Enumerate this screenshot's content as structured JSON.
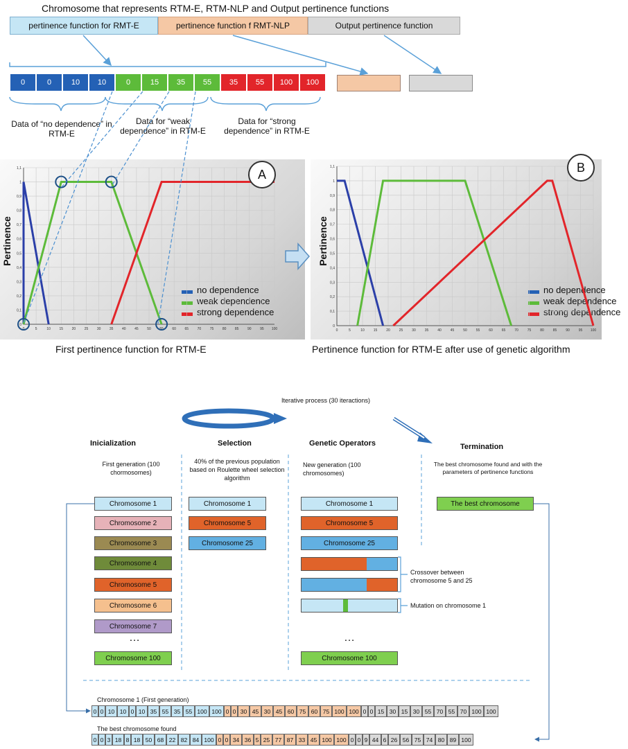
{
  "header": {
    "title": "Chromosome that represents RTM-E, RTM-NLP and Output pertinence functions",
    "seg1": "pertinence function for RMT-E",
    "seg2": "pertinence function f RMT-NLP",
    "seg3": "Output pertinence function"
  },
  "gene_row": {
    "cells": [
      {
        "v": "0",
        "c": "#2461b5"
      },
      {
        "v": "0",
        "c": "#2461b5"
      },
      {
        "v": "10",
        "c": "#2461b5"
      },
      {
        "v": "10",
        "c": "#2461b5"
      },
      {
        "v": "0",
        "c": "#5dbb3a"
      },
      {
        "v": "15",
        "c": "#5dbb3a"
      },
      {
        "v": "35",
        "c": "#5dbb3a"
      },
      {
        "v": "55",
        "c": "#5dbb3a"
      },
      {
        "v": "35",
        "c": "#e2252a"
      },
      {
        "v": "55",
        "c": "#e2252a"
      },
      {
        "v": "100",
        "c": "#e2252a"
      },
      {
        "v": "100",
        "c": "#e2252a"
      }
    ],
    "label_no": "Data of “no dependence” in RTM-E",
    "label_weak": "Data for “weak dependence” in RTM-E",
    "label_strong": "Data for “strong dependence” in RTM-E"
  },
  "charts": {
    "a": {
      "badge": "A",
      "ylabel": "Pertinence",
      "caption": "First pertinence function for RTM-E"
    },
    "b": {
      "badge": "B",
      "ylabel": "Pertinence",
      "caption": "Pertinence function for RTM-E after use of genetic algorithm"
    },
    "legend": [
      "no dependence",
      "weak dependence",
      "strong dependence"
    ],
    "y_ticks": [
      "1,1",
      "1",
      "0,9",
      "0,8",
      "0,7",
      "0,6",
      "0,5",
      "0,4",
      "0,3",
      "0,2",
      "0,1",
      "0"
    ],
    "x_ticks": [
      "0",
      "5",
      "10",
      "15",
      "20",
      "25",
      "30",
      "35",
      "40",
      "45",
      "50",
      "55",
      "60",
      "65",
      "70",
      "75",
      "80",
      "85",
      "90",
      "95",
      "100"
    ]
  },
  "chart_data": [
    {
      "type": "line",
      "title": "First pertinence function for RTM-E",
      "ylabel": "Pertinence",
      "xlim": [
        0,
        100
      ],
      "ylim": [
        0,
        1.1
      ],
      "series": [
        {
          "name": "no dependence",
          "color": "#2b3fa8",
          "x": [
            0,
            0,
            10
          ],
          "y": [
            0,
            1,
            0
          ]
        },
        {
          "name": "weak dependence",
          "color": "#5dbb3a",
          "x": [
            0,
            15,
            35,
            55
          ],
          "y": [
            0,
            1,
            1,
            0
          ]
        },
        {
          "name": "strong dependence",
          "color": "#e2252a",
          "x": [
            35,
            55,
            100,
            100
          ],
          "y": [
            0,
            1,
            1,
            1
          ]
        }
      ]
    },
    {
      "type": "line",
      "title": "Pertinence function for RTM-E after use of genetic algorithm",
      "ylabel": "Pertinence",
      "xlim": [
        0,
        100
      ],
      "ylim": [
        0,
        1.1
      ],
      "series": [
        {
          "name": "no dependence",
          "color": "#2b3fa8",
          "x": [
            0,
            3,
            18,
            18
          ],
          "y": [
            1,
            1,
            0,
            0
          ]
        },
        {
          "name": "weak dependence",
          "color": "#5dbb3a",
          "x": [
            8,
            18,
            50,
            68
          ],
          "y": [
            0,
            1,
            1,
            0
          ]
        },
        {
          "name": "strong dependence",
          "color": "#e2252a",
          "x": [
            22,
            82,
            84,
            100
          ],
          "y": [
            0,
            1,
            1,
            0
          ]
        }
      ]
    }
  ],
  "process": {
    "iterative": "Iterative process  (30 iteractions)",
    "cols": {
      "init": {
        "title": "Inicialization",
        "desc": "First generation (100 chormosomes)"
      },
      "sel": {
        "title": "Selection",
        "desc": "40% of the previous population based on Roulette wheel  selection algorithm"
      },
      "gen": {
        "title": "Genetic Operators",
        "desc": "New generation (100 chromosomes)"
      },
      "term": {
        "title": "Termination",
        "desc": "The best chromosome found and with the parameters of pertinence functions"
      }
    },
    "init_list": [
      {
        "label": "Chromosome 1",
        "c": "#c5e6f5"
      },
      {
        "label": "Chromosome 2",
        "c": "#e6b2b8"
      },
      {
        "label": "Chromosome 3",
        "c": "#9b8a52"
      },
      {
        "label": "Chromosome 4",
        "c": "#6f8b3a"
      },
      {
        "label": "Chromosome 5",
        "c": "#e0632a"
      },
      {
        "label": "Chromosome 6",
        "c": "#f5c08e"
      },
      {
        "label": "Chromosome 7",
        "c": "#b09ac9"
      },
      {
        "label": "Chromosome 100",
        "c": "#7fcf4f"
      }
    ],
    "sel_list": [
      {
        "label": "Chromosome 1",
        "c": "#c5e6f5"
      },
      {
        "label": "Chromosome 5",
        "c": "#e0632a"
      },
      {
        "label": "Chromosome 25",
        "c": "#62b0e2"
      }
    ],
    "gen_list": [
      {
        "label": "Chromosome 1",
        "c": "#c5e6f5"
      },
      {
        "label": "Chromosome 5",
        "c": "#e0632a"
      },
      {
        "label": "Chromosome 25",
        "c": "#62b0e2"
      },
      {
        "label": "Chromosome 100",
        "c": "#7fcf4f"
      }
    ],
    "ellipsis": "…",
    "crossover": "Crossover between chromosome 5 and 25",
    "mutation": "Mutation on chromosome 1",
    "best": "The best chromosome"
  },
  "sequences": {
    "first_label": "Chromosome 1  (First generation)",
    "first": [
      "0",
      "0",
      "10",
      "10",
      "0",
      "10",
      "35",
      "55",
      "35",
      "55",
      "100",
      "100",
      "0",
      "0",
      "30",
      "45",
      "30",
      "45",
      "60",
      "75",
      "60",
      "75",
      "100",
      "100",
      "0",
      "0",
      "15",
      "30",
      "15",
      "30",
      "55",
      "70",
      "55",
      "70",
      "100",
      "100"
    ],
    "best_label": "The best chromosome found",
    "best": [
      "0",
      "0",
      "3",
      "18",
      "8",
      "18",
      "50",
      "68",
      "22",
      "82",
      "84",
      "100",
      "0",
      "0",
      "34",
      "36",
      "5",
      "25",
      "77",
      "87",
      "33",
      "45",
      "100",
      "100",
      "0",
      "0",
      "9",
      "44",
      "6",
      "26",
      "56",
      "75",
      "74",
      "80",
      "89",
      "100"
    ]
  },
  "colors": {
    "blue_seg": "#c5e6f5",
    "orange_seg": "#f5c8a5",
    "gray_seg": "#d9d9d9",
    "no_dep": "#2b3fa8",
    "weak_dep": "#5dbb3a",
    "strong_dep": "#e2252a",
    "arrow": "#5aa0d8"
  }
}
